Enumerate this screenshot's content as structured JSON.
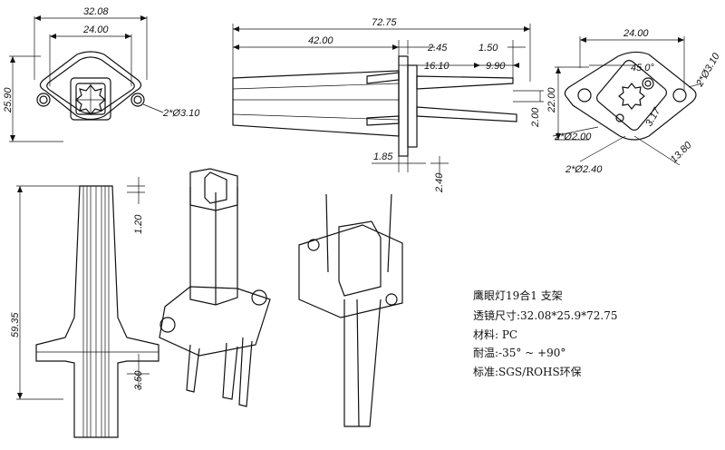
{
  "dimensions": {
    "v1_width": "32.08",
    "v1_inner": "24.00",
    "v1_height": "25.90",
    "v1_holes": "2*Ø3.10",
    "v2_length": "72.75",
    "v2_a": "42.00",
    "v2_b": "2.45",
    "v2_c": "1.50",
    "v2_d": "16.10",
    "v2_e": "9.90",
    "v2_f": "2.00",
    "v2_g": "1.85",
    "v2_h": "2.40",
    "v3_width": "24.00",
    "v3_height": "22.00",
    "v3_angle": "45.0°",
    "v3_holes": "2*Ø3.10",
    "v3_pins1": "2*Ø2.00",
    "v3_pins2": "2*Ø2.40",
    "v3_diag": "13.80",
    "v3_small": "3.17",
    "v4_height": "59.35",
    "v4_top": "1.20",
    "v4_bottom": "3.50"
  },
  "spec": {
    "line1": "鹰眼灯19合1 支架",
    "line2": "透镜尺寸:32.08*25.9*72.75",
    "line3": "材料: PC",
    "line4": "耐温:-35° ~ +90°",
    "line5": "标准:SGS/ROHS环保"
  }
}
